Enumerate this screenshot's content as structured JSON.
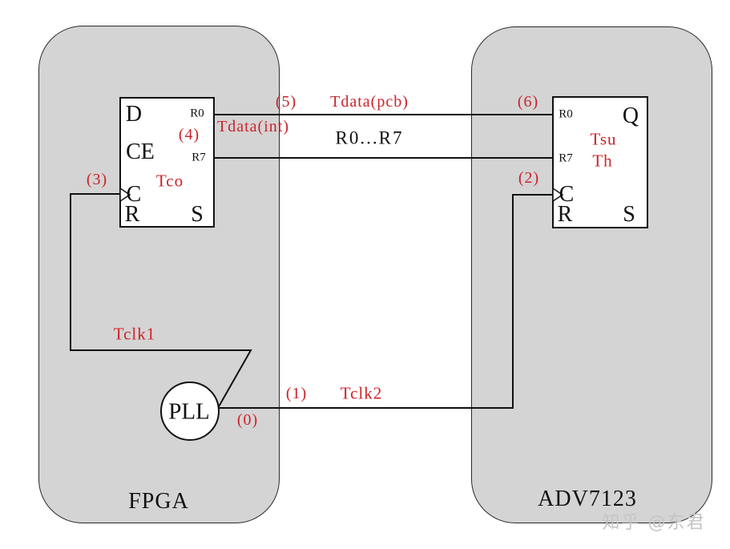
{
  "colors": {
    "block_fill": "#d4d4d4",
    "annotation_red": "#cc2229",
    "line_black": "#111111",
    "watermark_gray": "#c4c4c4"
  },
  "blocks": {
    "fpga_label": "FPGA",
    "adv_label": "ADV7123"
  },
  "left_ff": {
    "pin_d": "D",
    "pin_ce": "CE",
    "pin_c": "C",
    "pin_r": "R",
    "pin_s": "S",
    "pin_r0": "R0",
    "pin_r7": "R7",
    "timing_tco": "Tco"
  },
  "right_ff": {
    "pin_r0": "R0",
    "pin_q": "Q",
    "pin_r7": "R7",
    "pin_c": "C",
    "pin_r": "R",
    "pin_s": "S",
    "timing_tsu": "Tsu",
    "timing_th": "Th"
  },
  "pll": {
    "label": "PLL"
  },
  "bus": {
    "label": "R0...R7"
  },
  "annotations": {
    "num0": "(0)",
    "num1": "(1)",
    "num2": "(2)",
    "num3": "(3)",
    "num4": "(4)",
    "num5": "(5)",
    "num6": "(6)",
    "tdata_int": "Tdata(int)",
    "tdata_pcb": "Tdata(pcb)",
    "tclk1": "Tclk1",
    "tclk2": "Tclk2"
  },
  "watermark": "知乎 @东君"
}
